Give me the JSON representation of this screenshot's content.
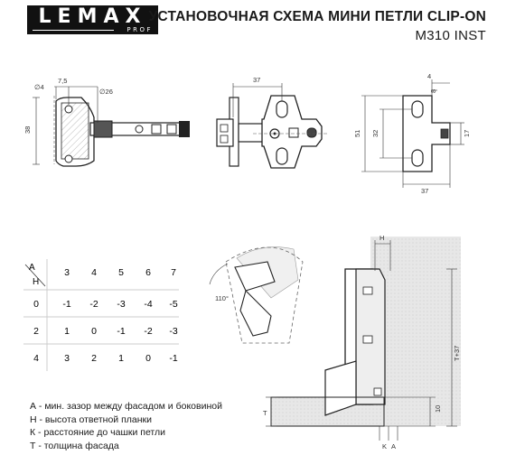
{
  "logo": {
    "brand": "LEMAX",
    "sub": "PROF"
  },
  "title": {
    "line1": "УСТАНОВОЧНАЯ СХЕМА МИНИ ПЕТЛИ CLIP-ON",
    "line2": "М310 INST"
  },
  "dims": {
    "d4": "∅4",
    "d75": "7,5",
    "d26": "∅26",
    "d38": "38",
    "d37": "37",
    "r4": "4",
    "r8": "8",
    "r51": "51",
    "r32": "32",
    "r17": "17",
    "r37": "37",
    "angle": "110°",
    "H": "H",
    "K": "K",
    "A": "A",
    "T": "T",
    "T37": "T+37",
    "ten": "10"
  },
  "table": {
    "corner_a": "A",
    "corner_h": "H",
    "headers": [
      "3",
      "4",
      "5",
      "6",
      "7"
    ],
    "rows": [
      {
        "h": "0",
        "values": [
          "-1",
          "-2",
          "-3",
          "-4",
          "-5"
        ]
      },
      {
        "h": "2",
        "values": [
          "1",
          "0",
          "-1",
          "-2",
          "-3"
        ]
      },
      {
        "h": "4",
        "values": [
          "3",
          "2",
          "1",
          "0",
          "-1"
        ]
      }
    ]
  },
  "legend": [
    "А - мин. зазор между фасадом и боковиной",
    "Н - высота ответной планки",
    "К - расстояние до чашки петли",
    "Т - толщина фасада"
  ]
}
